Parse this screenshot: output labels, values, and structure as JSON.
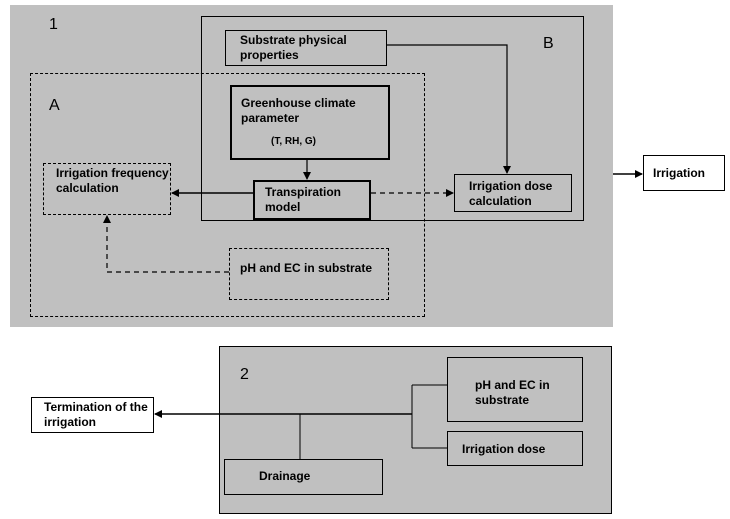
{
  "panel1": {
    "number": "1",
    "label_a": "A",
    "label_b": "B",
    "substrate_physical": "Substrate physical properties",
    "greenhouse_title": "Greenhouse climate parameter",
    "greenhouse_params": "(T, RH, G)",
    "transpiration": "Transpiration model",
    "irrigation_frequency": "Irrigation frequency calculation",
    "irrigation_dose_calc": "Irrigation dose calculation",
    "ph_ec": "pH and EC in substrate"
  },
  "irrigation": "Irrigation",
  "panel2": {
    "number": "2",
    "ph_ec": "pH and EC in substrate",
    "irrigation_dose": "Irrigation dose",
    "drainage": "Drainage"
  },
  "termination": "Termination of the irrigation"
}
